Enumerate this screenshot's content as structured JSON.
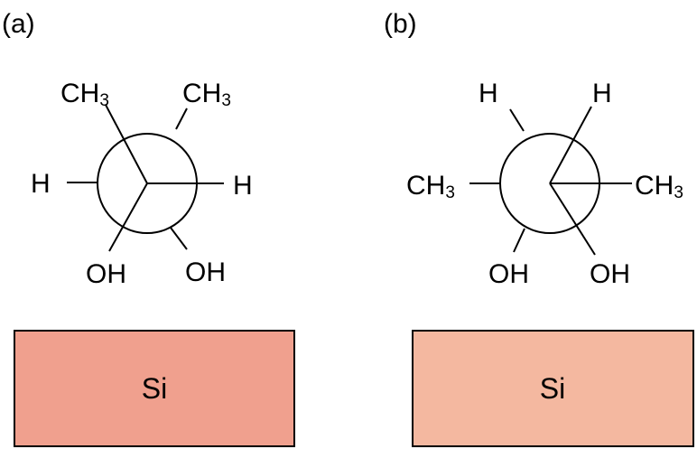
{
  "panels": [
    {
      "label": "(a)",
      "top_left": {
        "main": "CH",
        "sub": "3"
      },
      "top_right": {
        "main": "CH",
        "sub": "3"
      },
      "left": "H",
      "right": "H",
      "bottom_left": "OH",
      "bottom_right": "OH",
      "substrate": "Si",
      "substrate_color": "#f0a08e"
    },
    {
      "label": "(b)",
      "top_left": "H",
      "top_right": "H",
      "left": {
        "main": "CH",
        "sub": "3"
      },
      "right": {
        "main": "CH",
        "sub": "3"
      },
      "bottom_left": "OH",
      "bottom_right": "OH",
      "substrate": "Si",
      "substrate_color": "#f4b8a0"
    }
  ]
}
